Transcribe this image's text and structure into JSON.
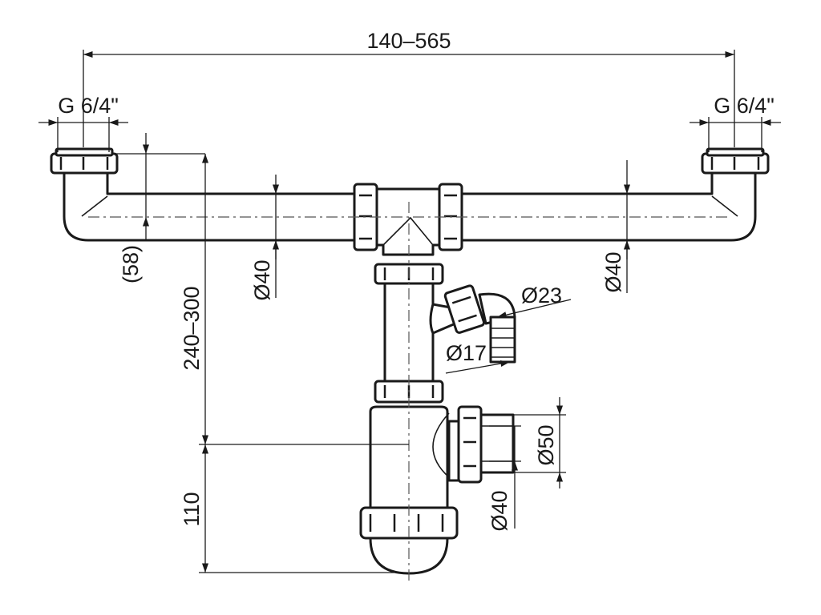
{
  "drawing": {
    "dimensions": {
      "overall_width": "140–565",
      "left_thread": "G 6/4\"",
      "right_thread": "G 6/4\"",
      "inlet_offset": "(58)",
      "height_range": "240–300",
      "left_pipe_dia": "Ø40",
      "right_pipe_dia": "Ø40",
      "hose_outer_dia": "Ø23",
      "hose_inner_dia": "Ø17",
      "outlet_dia_large": "Ø50",
      "outlet_dia_small": "Ø40",
      "trap_depth": "110"
    },
    "colors": {
      "line": "#1a1a1a",
      "axis": "#555555",
      "background": "#ffffff"
    }
  }
}
